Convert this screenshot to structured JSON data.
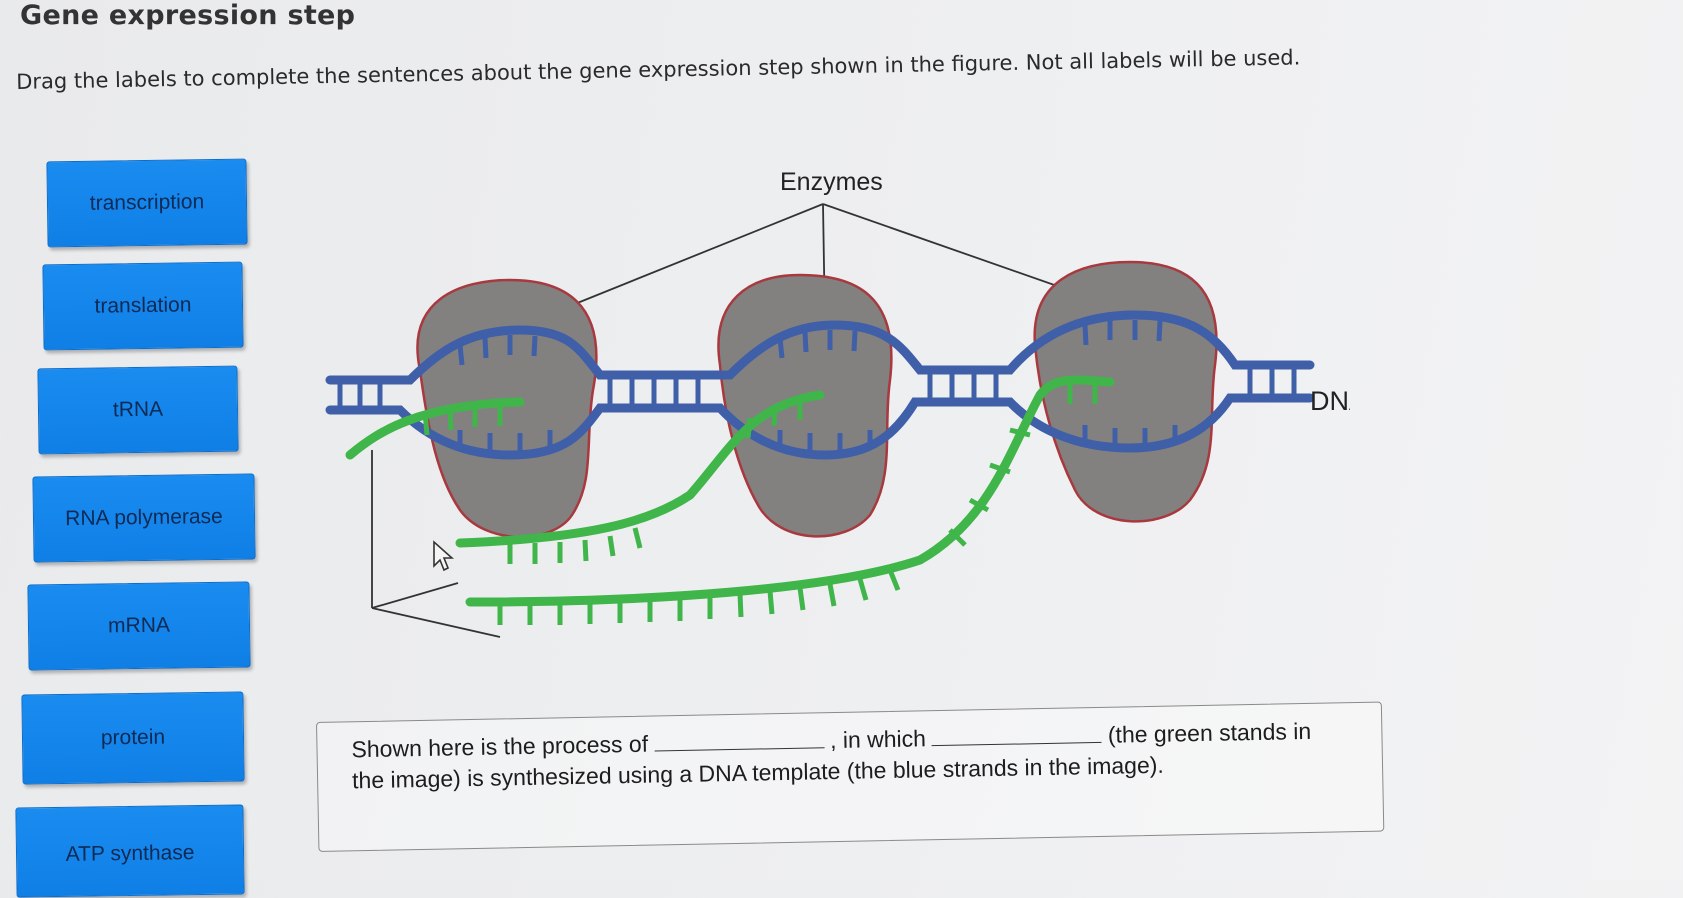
{
  "header": {
    "title": "Gene expression step",
    "instructions": "Drag the labels to complete the sentences about the gene expression step shown in the figure. Not all labels will be used."
  },
  "labels": [
    {
      "text": "transcription"
    },
    {
      "text": "translation"
    },
    {
      "text": "tRNA"
    },
    {
      "text": "RNA polymerase"
    },
    {
      "text": "mRNA"
    },
    {
      "text": "protein"
    },
    {
      "text": "ATP synthase"
    }
  ],
  "figure": {
    "enzymes_label": "Enzymes",
    "dna_label": "DNA"
  },
  "sentence": {
    "part1": "Shown here is the process of",
    "part2": ", in which",
    "part3": "(the green stands in the image) is synthesized using a DNA template (the blue strands in the image)."
  },
  "colors": {
    "tile": "#1a8cf0",
    "dna": "#3f5fa8",
    "rna": "#3fb54a",
    "enzyme": "#838080",
    "enzyme_border": "#a8393f"
  }
}
